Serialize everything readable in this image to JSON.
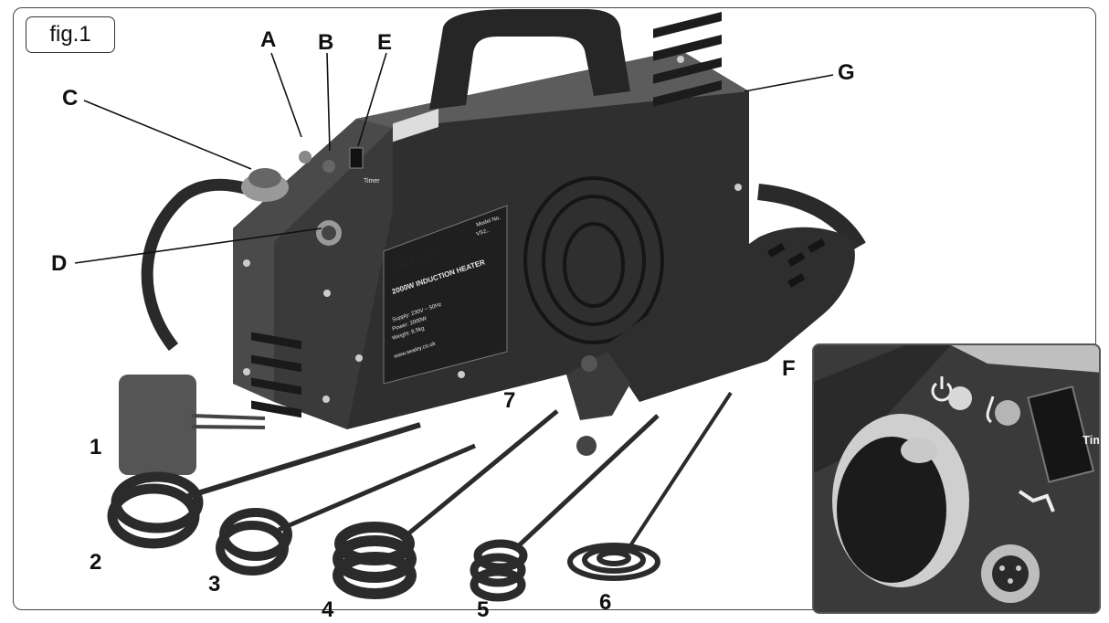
{
  "figure": {
    "label": "fig.1"
  },
  "callouts": {
    "A": "A",
    "B": "B",
    "C": "C",
    "D": "D",
    "E": "E",
    "F": "F",
    "G": "G",
    "n1": "1",
    "n2": "2",
    "n3": "3",
    "n4": "4",
    "n5": "5",
    "n6": "6",
    "n7": "7"
  },
  "device": {
    "brand": "SEALEY",
    "model_title": "2000W INDUCTION HEATER",
    "model_no_label": "Model No.",
    "model_no": "VS2..",
    "spec_supply": "Supply: 230V ~ 50Hz",
    "spec_power": "Power: 2000W",
    "spec_weight": "Weight: 8.5kg",
    "website": "www.sealey.co.uk",
    "timer_label": "Timer"
  },
  "inset": {
    "timer_label": "Timer"
  }
}
